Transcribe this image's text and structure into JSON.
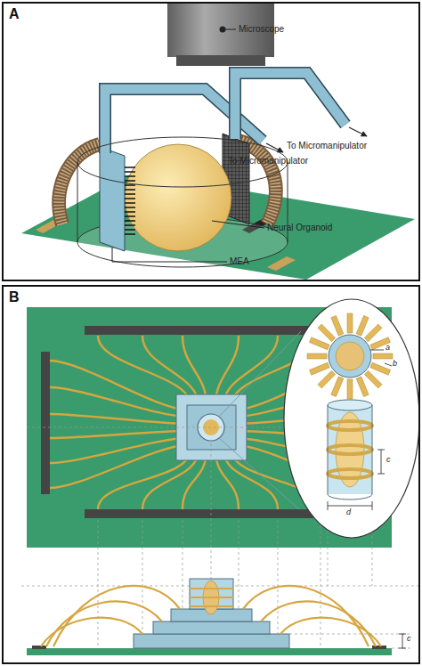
{
  "diagram": {
    "nodes": [
      {
        "text": [
          "A"
        ]
      },
      {
        "text": [
          "B"
        ]
      }
    ],
    "labels": [
      "Microscope",
      "To Micromanipulator",
      "To Micromanipulator",
      "Neural Organoid",
      "MEA",
      "a",
      "b",
      "c",
      "d",
      "c"
    ]
  }
}
